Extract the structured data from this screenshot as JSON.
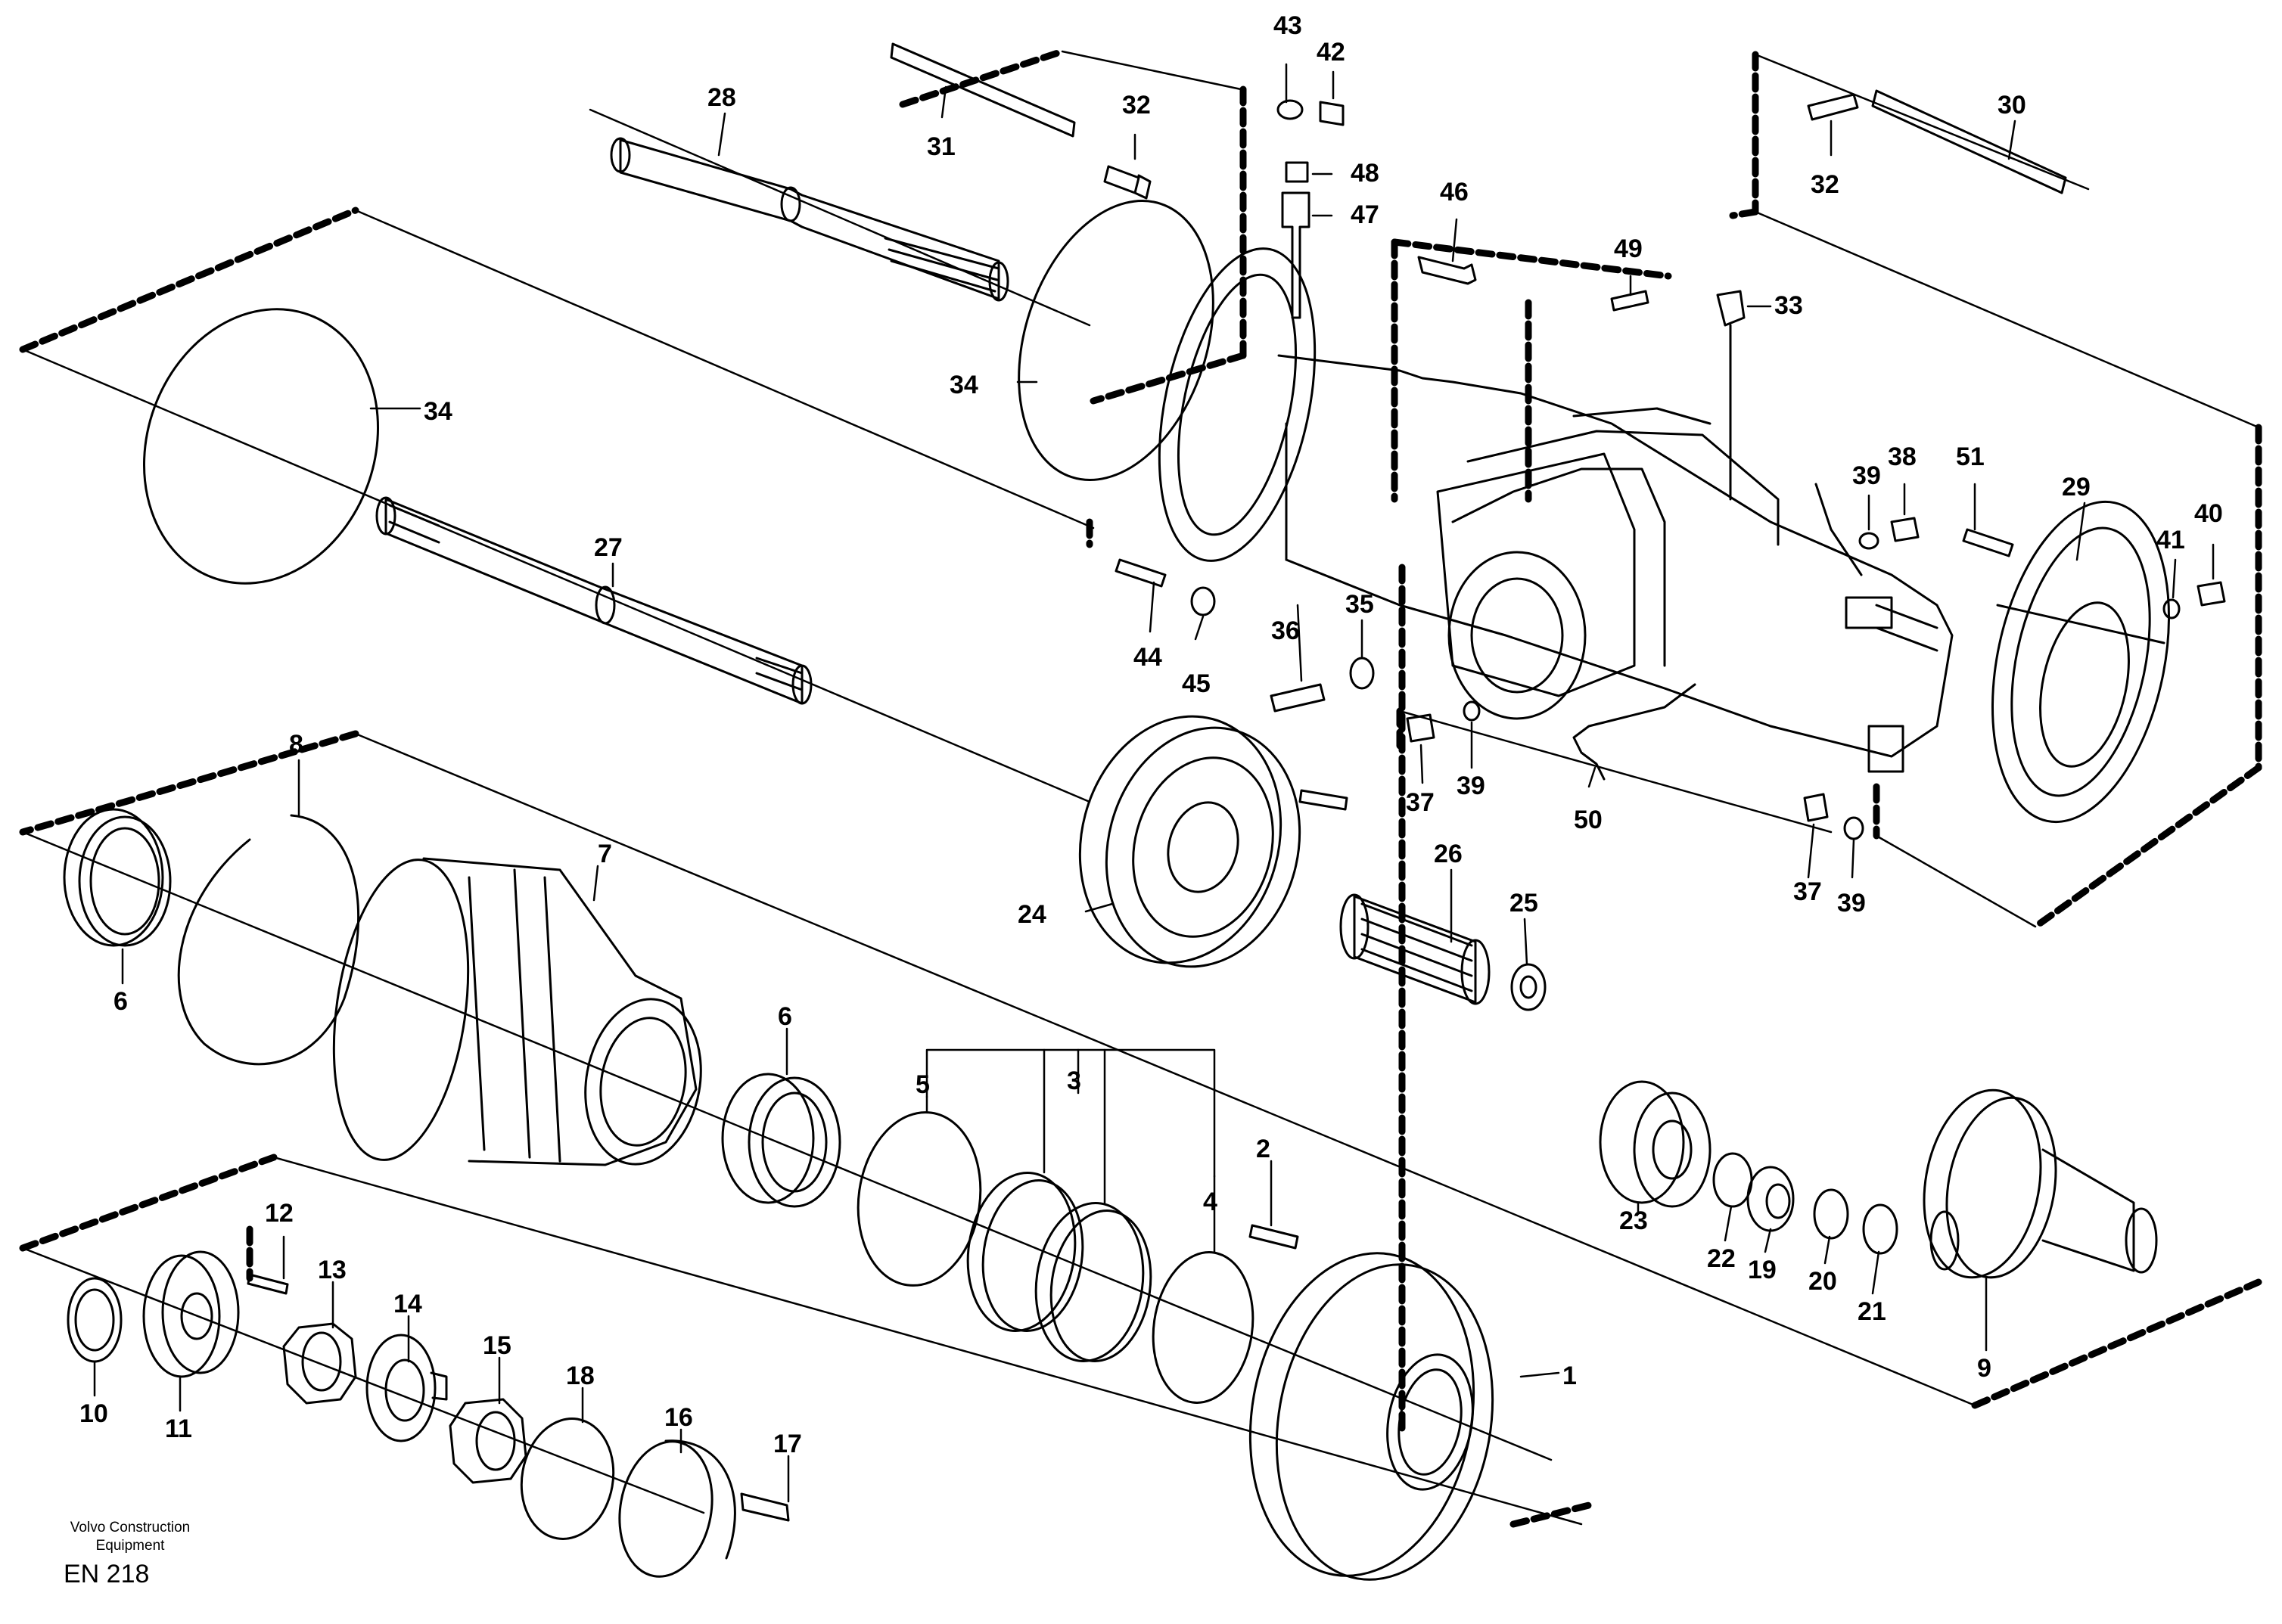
{
  "credit": {
    "line1": "Volvo Construction",
    "line2": "Equipment",
    "code": "EN 218"
  },
  "callouts": {
    "c1": "1",
    "c2": "2",
    "c3": "3",
    "c4": "4",
    "c5": "5",
    "c6a": "6",
    "c6b": "6",
    "c7": "7",
    "c8": "8",
    "c9": "9",
    "c10": "10",
    "c11": "11",
    "c12": "12",
    "c13": "13",
    "c14": "14",
    "c15": "15",
    "c16": "16",
    "c17": "17",
    "c18": "18",
    "c19": "19",
    "c20": "20",
    "c21": "21",
    "c22": "22",
    "c23": "23",
    "c24": "24",
    "c25": "25",
    "c26": "26",
    "c27": "27",
    "c28": "28",
    "c29": "29",
    "c30": "30",
    "c31": "31",
    "c32a": "32",
    "c32b": "32",
    "c33": "33",
    "c34a": "34",
    "c34b": "34",
    "c35": "35",
    "c36": "36",
    "c37a": "37",
    "c37b": "37",
    "c38": "38",
    "c39a": "39",
    "c39b": "39",
    "c39c": "39",
    "c40": "40",
    "c41": "41",
    "c42": "42",
    "c43": "43",
    "c44": "44",
    "c45": "45",
    "c46": "46",
    "c47": "47",
    "c48": "48",
    "c49": "49",
    "c50": "50",
    "c51": "51"
  }
}
